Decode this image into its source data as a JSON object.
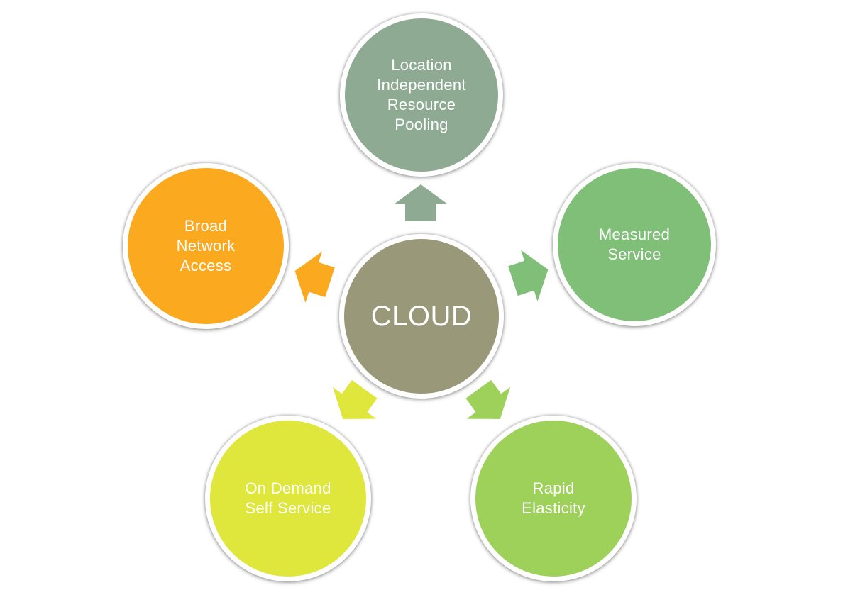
{
  "center": {
    "label": "CLOUD",
    "color": "#999878"
  },
  "nodes": {
    "top": {
      "label": "Location\nIndependent\nResource\nPooling",
      "color": "#8faa93"
    },
    "right": {
      "label": "Measured\nService",
      "color": "#7fbf77"
    },
    "left": {
      "label": "Broad\nNetwork\nAccess",
      "color": "#fbaa1f"
    },
    "bottom_left": {
      "label": "On Demand\nSelf Service",
      "color": "#dfe63c"
    },
    "bottom_right": {
      "label": "Rapid\nElasticity",
      "color": "#9dd15a"
    }
  }
}
